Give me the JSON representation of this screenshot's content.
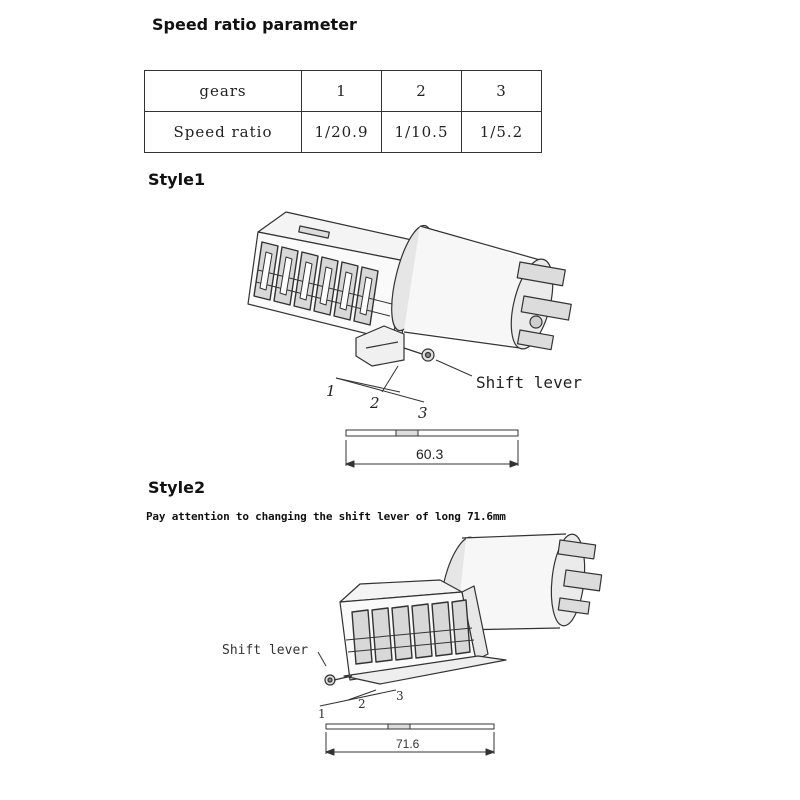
{
  "title": "Speed ratio parameter",
  "table": {
    "rows": [
      [
        "gears",
        "1",
        "2",
        "3"
      ],
      [
        "Speed ratio",
        "1/20.9",
        "1/10.5",
        "1/5.2"
      ]
    ]
  },
  "style1": {
    "heading": "Style1",
    "callout": "Shift lever",
    "positions": [
      "1",
      "2",
      "3"
    ],
    "dimension": "60.3"
  },
  "style2": {
    "heading": "Style2",
    "note": "Pay attention to changing the shift lever of long 71.6mm",
    "callout": "Shift lever",
    "positions": [
      "1",
      "2",
      "3"
    ],
    "dimension": "71.6"
  }
}
